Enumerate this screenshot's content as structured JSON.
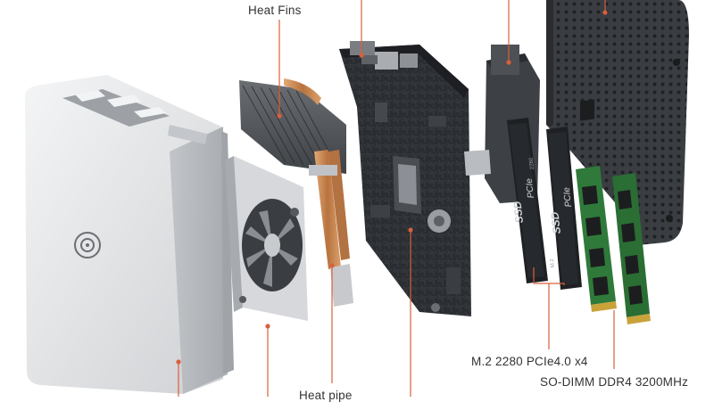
{
  "labels": {
    "heat_fins": "Heat Fins",
    "m2_slot": "M.2 2280 PCIe4.0 x4",
    "so_dimm": "SO-DIMM DDR4 3200MHz",
    "heat_pipe": "Heat pipe"
  },
  "ssd_marks": {
    "ssd": "SSD",
    "pcie": "PCIe",
    "form": "2280",
    "m2": "M.2"
  },
  "colors": {
    "callout_line": "#d9603b",
    "case_silver": "#e4e5e7",
    "pcb": "#2b2e32",
    "copper": "#c98a4e",
    "ram_green": "#2f7a3a"
  }
}
